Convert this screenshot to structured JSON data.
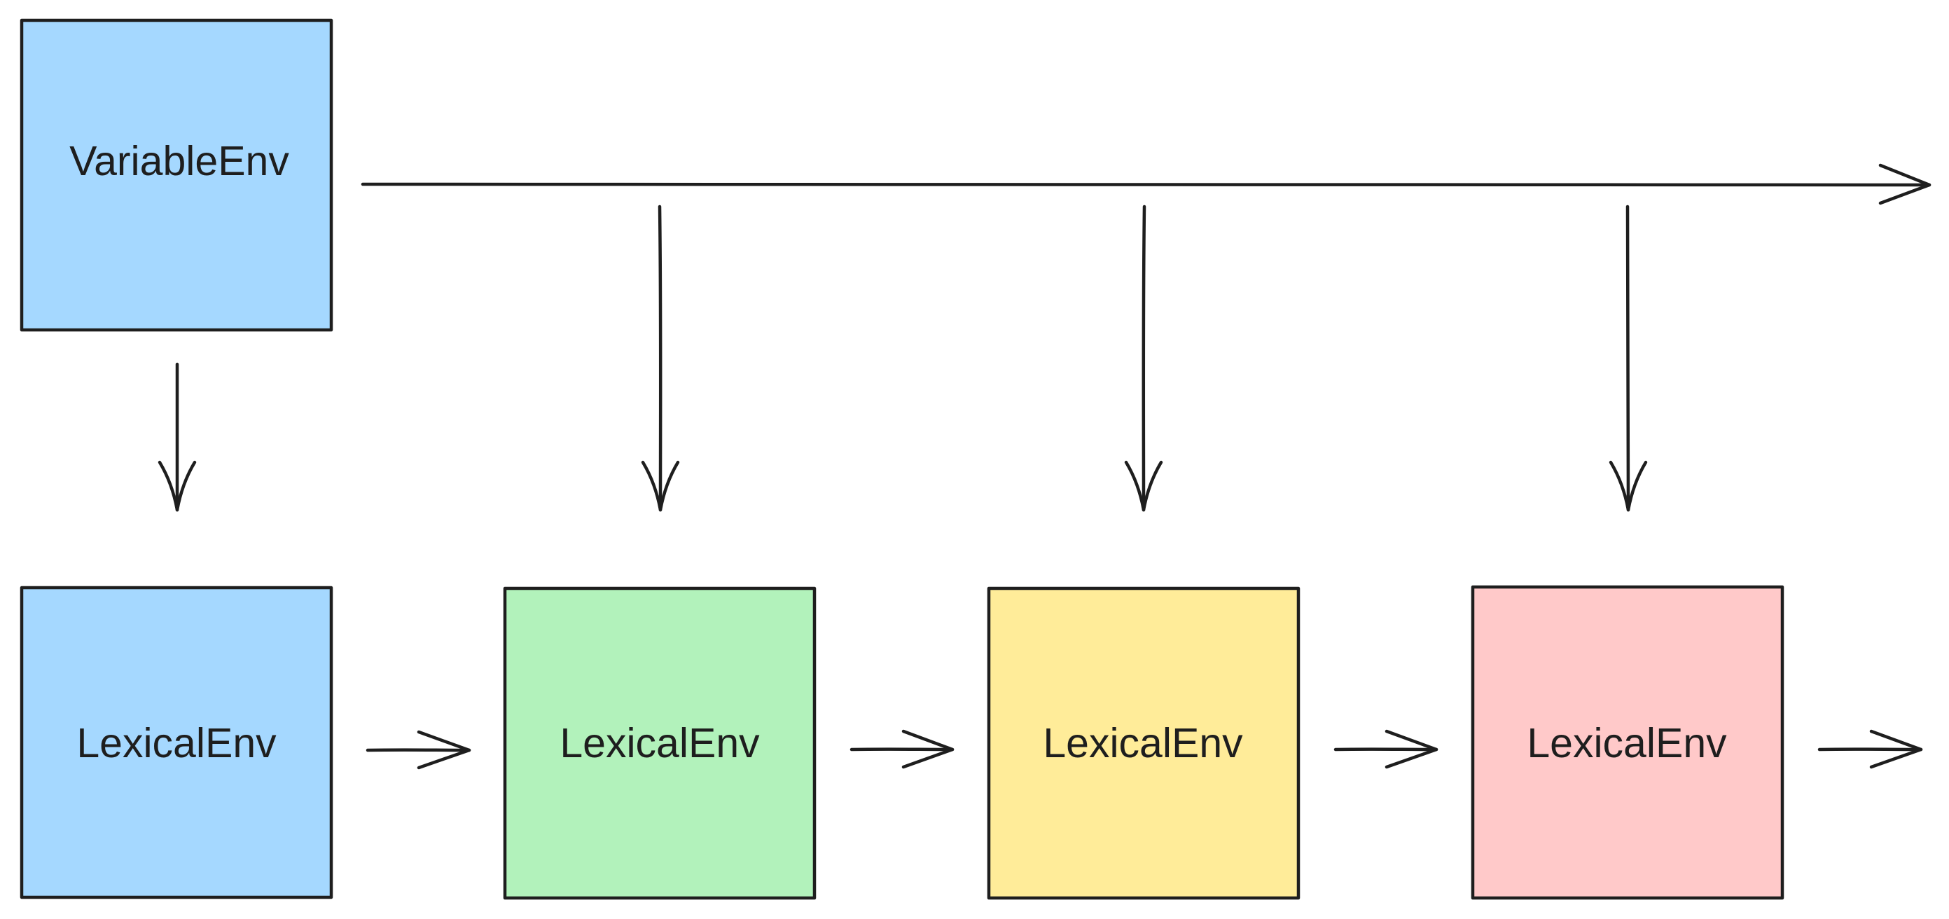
{
  "boxes": [
    {
      "id": "variable-env",
      "label": "VariableEnv",
      "fill": "#a5d8ff"
    },
    {
      "id": "lexical-env-1",
      "label": "LexicalEnv",
      "fill": "#a5d8ff"
    },
    {
      "id": "lexical-env-2",
      "label": "LexicalEnv",
      "fill": "#b2f2bb"
    },
    {
      "id": "lexical-env-3",
      "label": "LexicalEnv",
      "fill": "#ffec99"
    },
    {
      "id": "lexical-env-4",
      "label": "LexicalEnv",
      "fill": "#ffc9c9"
    }
  ],
  "colors": {
    "stroke": "#1e1e1e",
    "background": "#ffffff"
  }
}
